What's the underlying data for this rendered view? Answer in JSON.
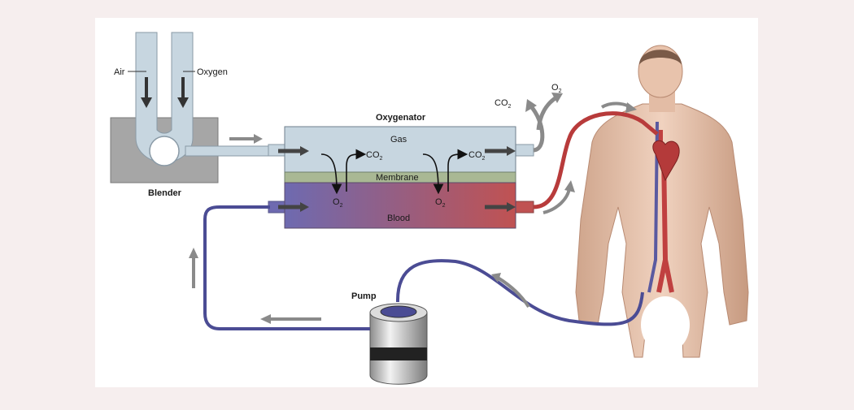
{
  "blender": {
    "title": "Blender",
    "inputs": {
      "air": "Air",
      "oxygen": "Oxygen"
    }
  },
  "oxygenator": {
    "title": "Oxygenator",
    "gas_label": "Gas",
    "membrane_label": "Membrane",
    "blood_label": "Blood"
  },
  "gases": {
    "co2_base": "CO",
    "co2_sub": "2",
    "o2_base": "O",
    "o2_sub": "2"
  },
  "pump": {
    "title": "Pump"
  },
  "colors": {
    "background": "#f6eeee",
    "panel": "#ffffff",
    "blender_body": "#a6a6a6",
    "gas_chamber": "#c7d6e0",
    "membrane": "#a9b894",
    "blood_venous": "#6e6ab0",
    "blood_arterial": "#c05252",
    "arrow": "#555555",
    "flow_arrow": "#8a8a8a",
    "tube_venous": "#4b4c94",
    "tube_arterial": "#b83b3b",
    "skin": "#e8c3ac"
  }
}
